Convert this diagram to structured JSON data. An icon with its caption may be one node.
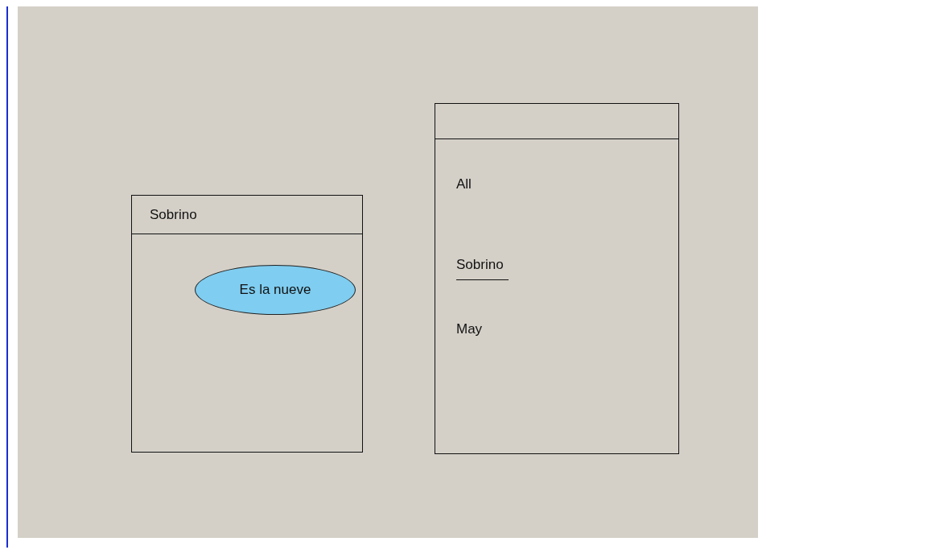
{
  "diagram": {
    "nodes": [
      {
        "text": [
          "Sobrino"
        ]
      },
      {
        "text": [
          "Es la nueve"
        ],
        "in": 0
      },
      {
        "text": [
          "All",
          "Sobrino",
          "May"
        ]
      }
    ]
  }
}
